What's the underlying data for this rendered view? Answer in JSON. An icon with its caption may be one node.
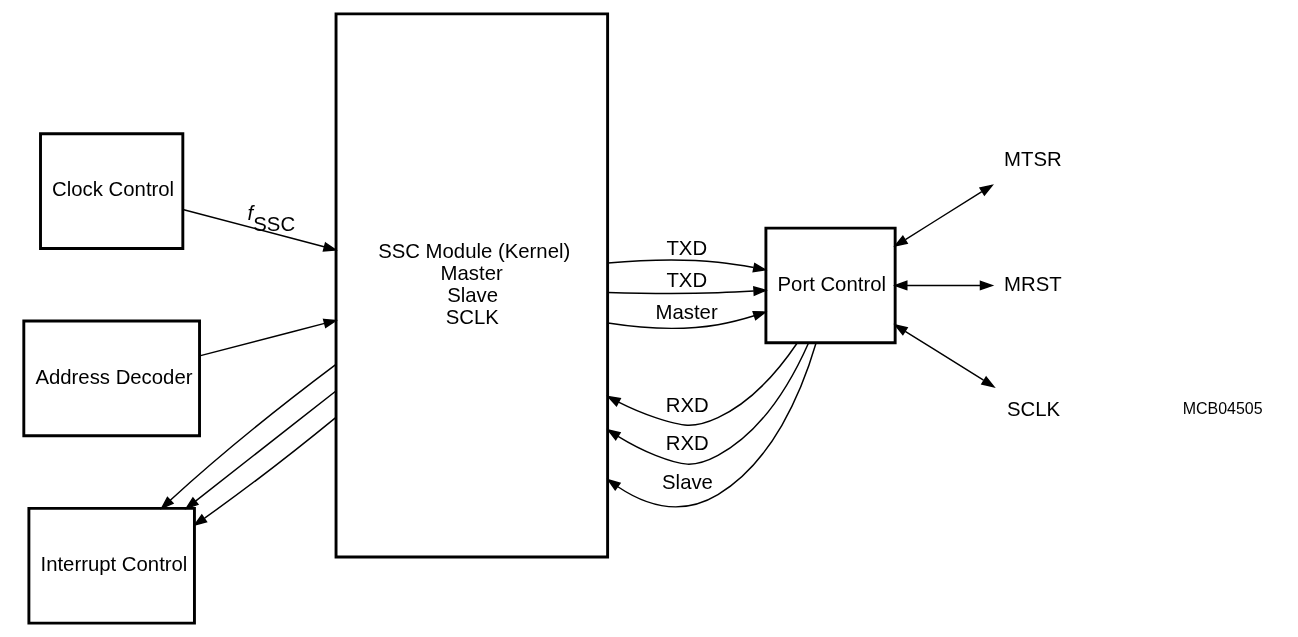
{
  "diagram": {
    "nodes": [
      {
        "text": [
          "Clock Control"
        ]
      },
      {
        "text": [
          "Address Decoder"
        ]
      },
      {
        "text": [
          "Interrupt Control"
        ]
      },
      {
        "text": [
          "SSC Module (Kernel)",
          "Master",
          "Slave",
          "SCLK"
        ]
      },
      {
        "text": [
          "Port Control"
        ]
      },
      {
        "text": [
          "MTSR"
        ]
      },
      {
        "text": [
          "MRST"
        ]
      },
      {
        "text": [
          "SCLK"
        ]
      }
    ],
    "edges": [
      {
        "from": 0,
        "to": 3,
        "arrow": "to",
        "label": "*f*$_{SSC}$"
      },
      {
        "from": 1,
        "to": 3,
        "arrow": "to"
      },
      {
        "from": 3,
        "to": 2,
        "arrow": "to"
      },
      {
        "from": 3,
        "to": 2,
        "arrow": "to"
      },
      {
        "from": 3,
        "to": 2,
        "arrow": "to"
      },
      {
        "from": 4,
        "to": 3,
        "arrow": "to",
        "label": "RXD"
      },
      {
        "from": 3,
        "to": 4,
        "arrow": "to",
        "label": "TXD"
      },
      {
        "from": 4,
        "to": 3,
        "arrow": "to",
        "label": "RXD"
      },
      {
        "from": 3,
        "to": 4,
        "arrow": "to",
        "label": "TXD"
      },
      {
        "from": 4,
        "to": 3,
        "arrow": "to",
        "label": "Slave"
      },
      {
        "from": 3,
        "to": 4,
        "arrow": "to",
        "label": "Master"
      },
      {
        "from": 4,
        "to": 5,
        "arrow": "both"
      },
      {
        "from": 4,
        "to": 6,
        "arrow": "both"
      },
      {
        "from": 4,
        "to": 7,
        "arrow": "both"
      }
    ],
    "labels": [
      "MCB04505"
    ]
  }
}
